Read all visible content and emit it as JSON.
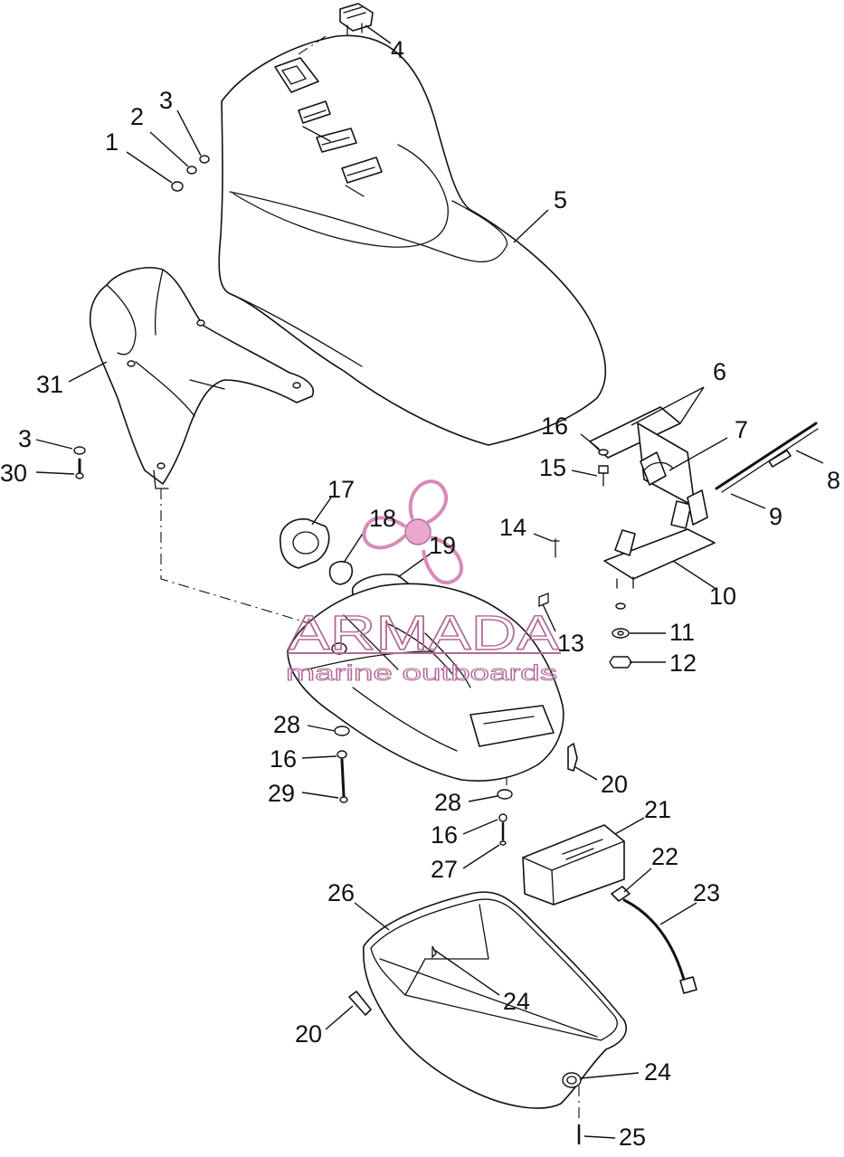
{
  "watermark": {
    "brand": "ARMADA",
    "tagline": "marine outboards",
    "accent_color": "#b06a96",
    "icon": "propeller-icon"
  },
  "callouts": [
    {
      "id": "c1",
      "label": "1"
    },
    {
      "id": "c2",
      "label": "2"
    },
    {
      "id": "c3a",
      "label": "3"
    },
    {
      "id": "c4",
      "label": "4"
    },
    {
      "id": "c5",
      "label": "5"
    },
    {
      "id": "c6",
      "label": "6"
    },
    {
      "id": "c7",
      "label": "7"
    },
    {
      "id": "c8",
      "label": "8"
    },
    {
      "id": "c9",
      "label": "9"
    },
    {
      "id": "c10",
      "label": "10"
    },
    {
      "id": "c11",
      "label": "11"
    },
    {
      "id": "c12",
      "label": "12"
    },
    {
      "id": "c13",
      "label": "13"
    },
    {
      "id": "c14",
      "label": "14"
    },
    {
      "id": "c15",
      "label": "15"
    },
    {
      "id": "c16a",
      "label": "16"
    },
    {
      "id": "c17",
      "label": "17"
    },
    {
      "id": "c18",
      "label": "18"
    },
    {
      "id": "c19",
      "label": "19"
    },
    {
      "id": "c31",
      "label": "31"
    },
    {
      "id": "c3b",
      "label": "3"
    },
    {
      "id": "c30",
      "label": "30"
    },
    {
      "id": "c28a",
      "label": "28"
    },
    {
      "id": "c16b",
      "label": "16"
    },
    {
      "id": "c29",
      "label": "29"
    },
    {
      "id": "c20a",
      "label": "20"
    },
    {
      "id": "c28b",
      "label": "28"
    },
    {
      "id": "c16c",
      "label": "16"
    },
    {
      "id": "c27",
      "label": "27"
    },
    {
      "id": "c21",
      "label": "21"
    },
    {
      "id": "c22",
      "label": "22"
    },
    {
      "id": "c23",
      "label": "23"
    },
    {
      "id": "c26",
      "label": "26"
    },
    {
      "id": "c24a",
      "label": "24"
    },
    {
      "id": "c20b",
      "label": "20"
    },
    {
      "id": "c24b",
      "label": "24"
    },
    {
      "id": "c25",
      "label": "25"
    }
  ]
}
